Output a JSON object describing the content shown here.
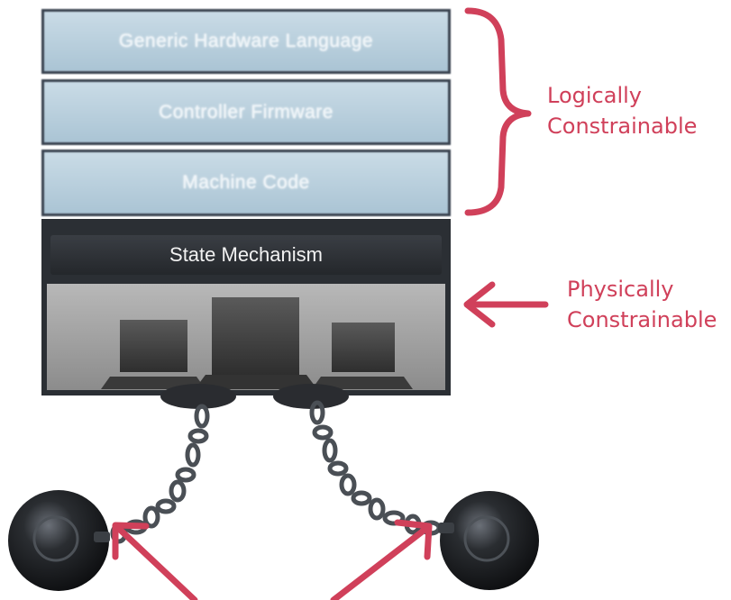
{
  "layers": [
    {
      "label": "Generic Hardware Language"
    },
    {
      "label": "Controller Firmware"
    },
    {
      "label": "Machine Code"
    }
  ],
  "state_mechanism": {
    "label": "State Mechanism"
  },
  "labels": {
    "logical_line1": "Logically",
    "logical_line2": "Constrainable",
    "physical_line1": "Physically",
    "physical_line2": "Constrainable"
  },
  "colors": {
    "accent": "#d0405a",
    "layer_fill": "#b7cfdd",
    "dark_block": "#2b2f34"
  },
  "icons": [
    "brace",
    "arrow",
    "chain",
    "ball-and-chain",
    "hardware-unit"
  ]
}
